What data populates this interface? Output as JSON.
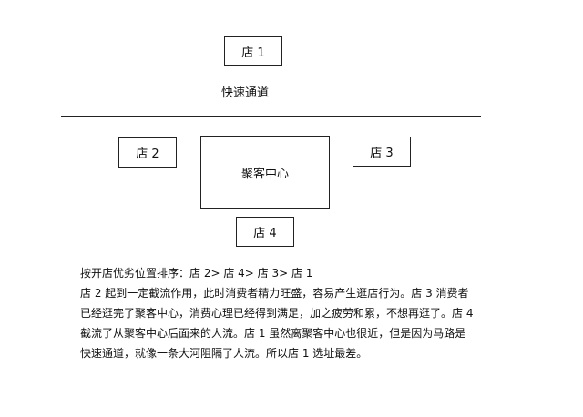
{
  "diagram": {
    "store1": "店 1",
    "road": "快速通道",
    "store2": "店 2",
    "center": "聚客中心",
    "store3": "店 3",
    "store4": "店 4"
  },
  "text": {
    "ranking": "按开店优劣位置排序：店 2> 店 4> 店 3> 店 1",
    "line1": "店 2 起到一定截流作用，此时消费者精力旺盛，容易产生逛店行为。店 3 消费者",
    "line2": "已经逛完了聚客中心，消费心理已经得到满足，加之疲劳和累，不想再逛了。店 4",
    "line3": "截流了从聚客中心后面来的人流。店 1 虽然离聚客中心也很近，但是因为马路是",
    "line4": "快速通道，就像一条大河阻隔了人流。所以店 1 选址最差。"
  }
}
